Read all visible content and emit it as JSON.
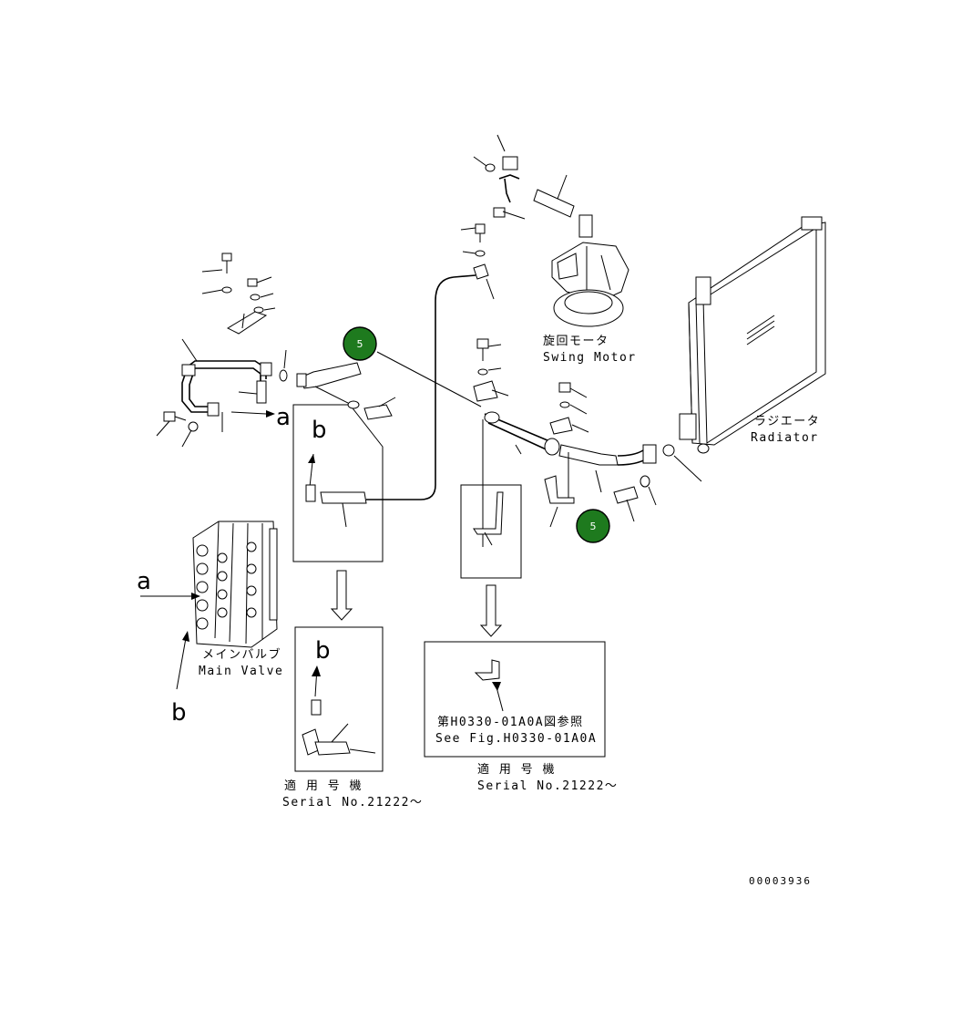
{
  "labels": {
    "swing_motor_jp": "旋回モータ",
    "swing_motor_en": "Swing Motor",
    "radiator_jp": "ラジエータ",
    "radiator_en": "Radiator",
    "main_valve_jp": "メインバルブ",
    "main_valve_en": "Main Valve",
    "ref_a_left": "a",
    "ref_a_detail": "a",
    "ref_b_left": "b",
    "ref_b_detail_top": "b",
    "ref_b_detail_bottom": "b",
    "serial_jp_left": "適 用 号 機",
    "serial_en_left": "Serial No.21222～",
    "serial_jp_right": "適 用 号 機",
    "serial_en_right": "Serial No.21222～",
    "see_fig_jp": "第H0330-01A0A図参照",
    "see_fig_en": "See Fig.H0330-01A0A",
    "drawing_number": "00003936"
  },
  "callouts": [
    {
      "label": "5",
      "color": "#1e7a1e"
    },
    {
      "label": "5",
      "color": "#1e7a1e"
    }
  ]
}
